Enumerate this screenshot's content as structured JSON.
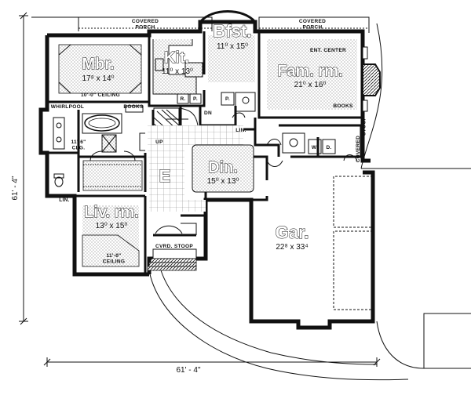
{
  "rooms": {
    "breakfast": {
      "name": "Bfst.",
      "size": "11⁰ x 15⁰"
    },
    "kitchen": {
      "name": "Kit.",
      "size": "11⁰ x 13⁰"
    },
    "family": {
      "name": "Fam. rm.",
      "size": "21⁰ x 16⁰"
    },
    "master": {
      "name": "Mbr.",
      "size": "17⁸ x 14⁰"
    },
    "dining": {
      "name": "Din.",
      "size": "15⁰ x 13⁰"
    },
    "living": {
      "name": "Liv. rm.",
      "size": "13⁰ x 15⁰"
    },
    "garage": {
      "name": "Gar.",
      "size": "22⁸ x 33⁴"
    },
    "entry": {
      "name": "E"
    }
  },
  "labels": {
    "covered_porch_left": "COVERED\nPORCH",
    "covered_porch_right": "COVERED\nPORCH",
    "ent_center": "ENT. CENTER",
    "mbr_ceiling": "10'-0\" CEILING",
    "whirlpool": "WHIRLPOOL",
    "books_left": "BOOKS",
    "books_right": "BOOKS",
    "closet_clg": "11'-6\"\nCLG.",
    "lin_left": "LIN.",
    "lin_center": "LIN.",
    "liv_ceiling": "11'-0\"\nCEILING",
    "cvrd_stoop": "CVRD. STOOP",
    "covered_stoop": "COVERED\nSTOOP",
    "dn": "DN",
    "up": "UP",
    "r": "R.",
    "p1": "P.",
    "p2": "P.",
    "w": "W.",
    "d": "D."
  },
  "dimensions": {
    "width": "61' - 4\"",
    "depth": "61' - 4\""
  }
}
